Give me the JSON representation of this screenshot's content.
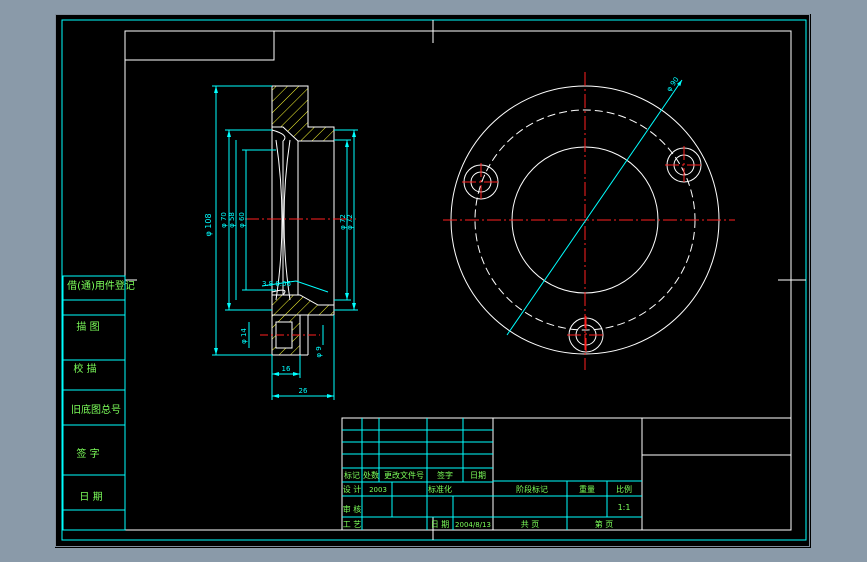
{
  "colors": {
    "background": "#8a9aa9",
    "sheet": "#000000",
    "frame": "#00ffff",
    "outline": "#ffffff",
    "center_line": "#ff2020",
    "dimension": "#00ffff",
    "title_text": "#7cff5a",
    "hatch": "#ffff33"
  },
  "section_view": {
    "dims": {
      "outer_dia": "φ 108",
      "dia_a": "φ 70",
      "dia_b": "φ 58",
      "dia_c": "φ 60",
      "dia_d": "φ 72",
      "hole_dia": "φ 14",
      "small_dia": "φ 9",
      "width_16": "16",
      "width_26": "26",
      "chamfer_note": "3.8 0.06"
    }
  },
  "front_view": {
    "bolt_circle_label": "φ 90"
  },
  "title_block": {
    "left_column": [
      "借(通)用件登记",
      "描 图",
      "校 描",
      "旧底图总号",
      "签 字",
      "日 期"
    ],
    "header_row": [
      "标记",
      "处数",
      "更改文件号",
      "签字",
      "日期"
    ],
    "row_design": [
      "设 计",
      "2003",
      "标准化"
    ],
    "row_check": "审 核",
    "row_process": [
      "工 艺",
      "日 期",
      "2004/8/13"
    ],
    "stage_cells": [
      "阶段标记",
      "重量",
      "比例"
    ],
    "scale": "1:1",
    "sheet_cells": [
      "共 页",
      "第 页"
    ]
  }
}
